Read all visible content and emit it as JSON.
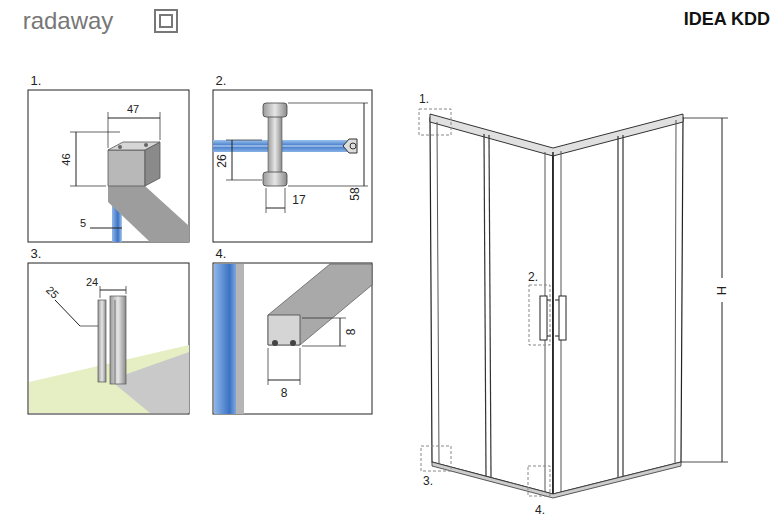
{
  "diagram": {
    "title": "IDEA KDD",
    "labels": [
      "radaway",
      "1.",
      "47",
      "46",
      "5",
      "2.",
      "26",
      "17",
      "58",
      "3.",
      "25",
      "24",
      "4.",
      "8",
      "8",
      "1.",
      "2.",
      "3.",
      "4.",
      "H"
    ]
  }
}
